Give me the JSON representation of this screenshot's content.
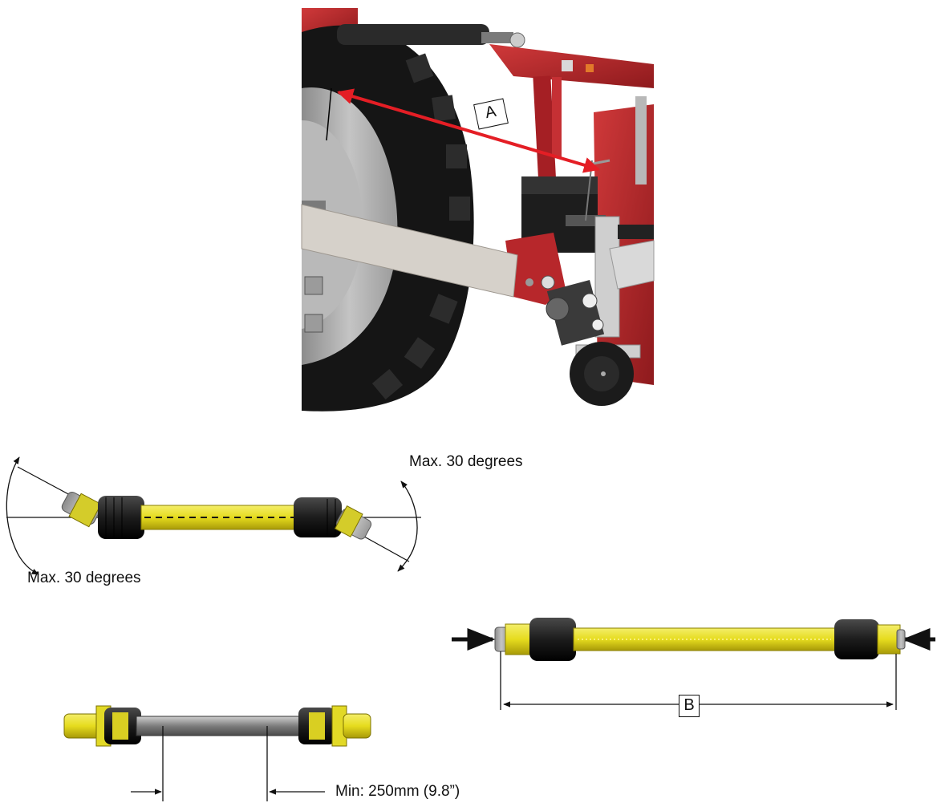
{
  "labels": {
    "dim_a": "A",
    "angle_right": "Max. 30 degrees",
    "angle_left": "Max. 30 degrees",
    "dim_b": "B",
    "min_overlap": "Min: 250mm (9.8”)"
  },
  "colors": {
    "frame_red": "#b8282b",
    "arrow_red": "#e41e25",
    "shaft_yellow": "#e6dc1e",
    "boot_black": "#1c1c1c",
    "tire_black": "#151515",
    "wheel_grey": "#a9a9a9"
  }
}
